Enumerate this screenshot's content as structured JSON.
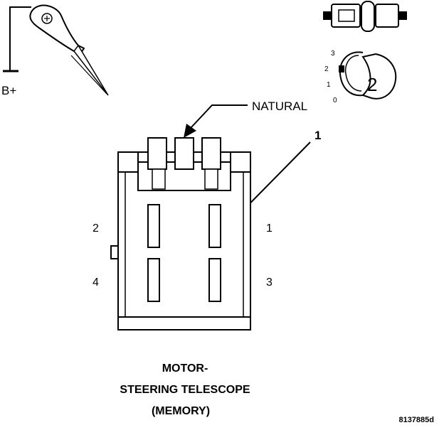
{
  "probe": {
    "label": "B+"
  },
  "connector_view": {
    "natural_label": "NATURAL",
    "callout": "1",
    "cavities": {
      "top_left": "2",
      "top_right": "1",
      "bottom_left": "4",
      "bottom_right": "3"
    }
  },
  "inset": {
    "position_marks": [
      "3",
      "2",
      "1",
      "0"
    ],
    "position_value": "2"
  },
  "caption": {
    "line1": "MOTOR-",
    "line2": "STEERING TELESCOPE",
    "line3": "(MEMORY)"
  },
  "figure_code": "8137885d"
}
